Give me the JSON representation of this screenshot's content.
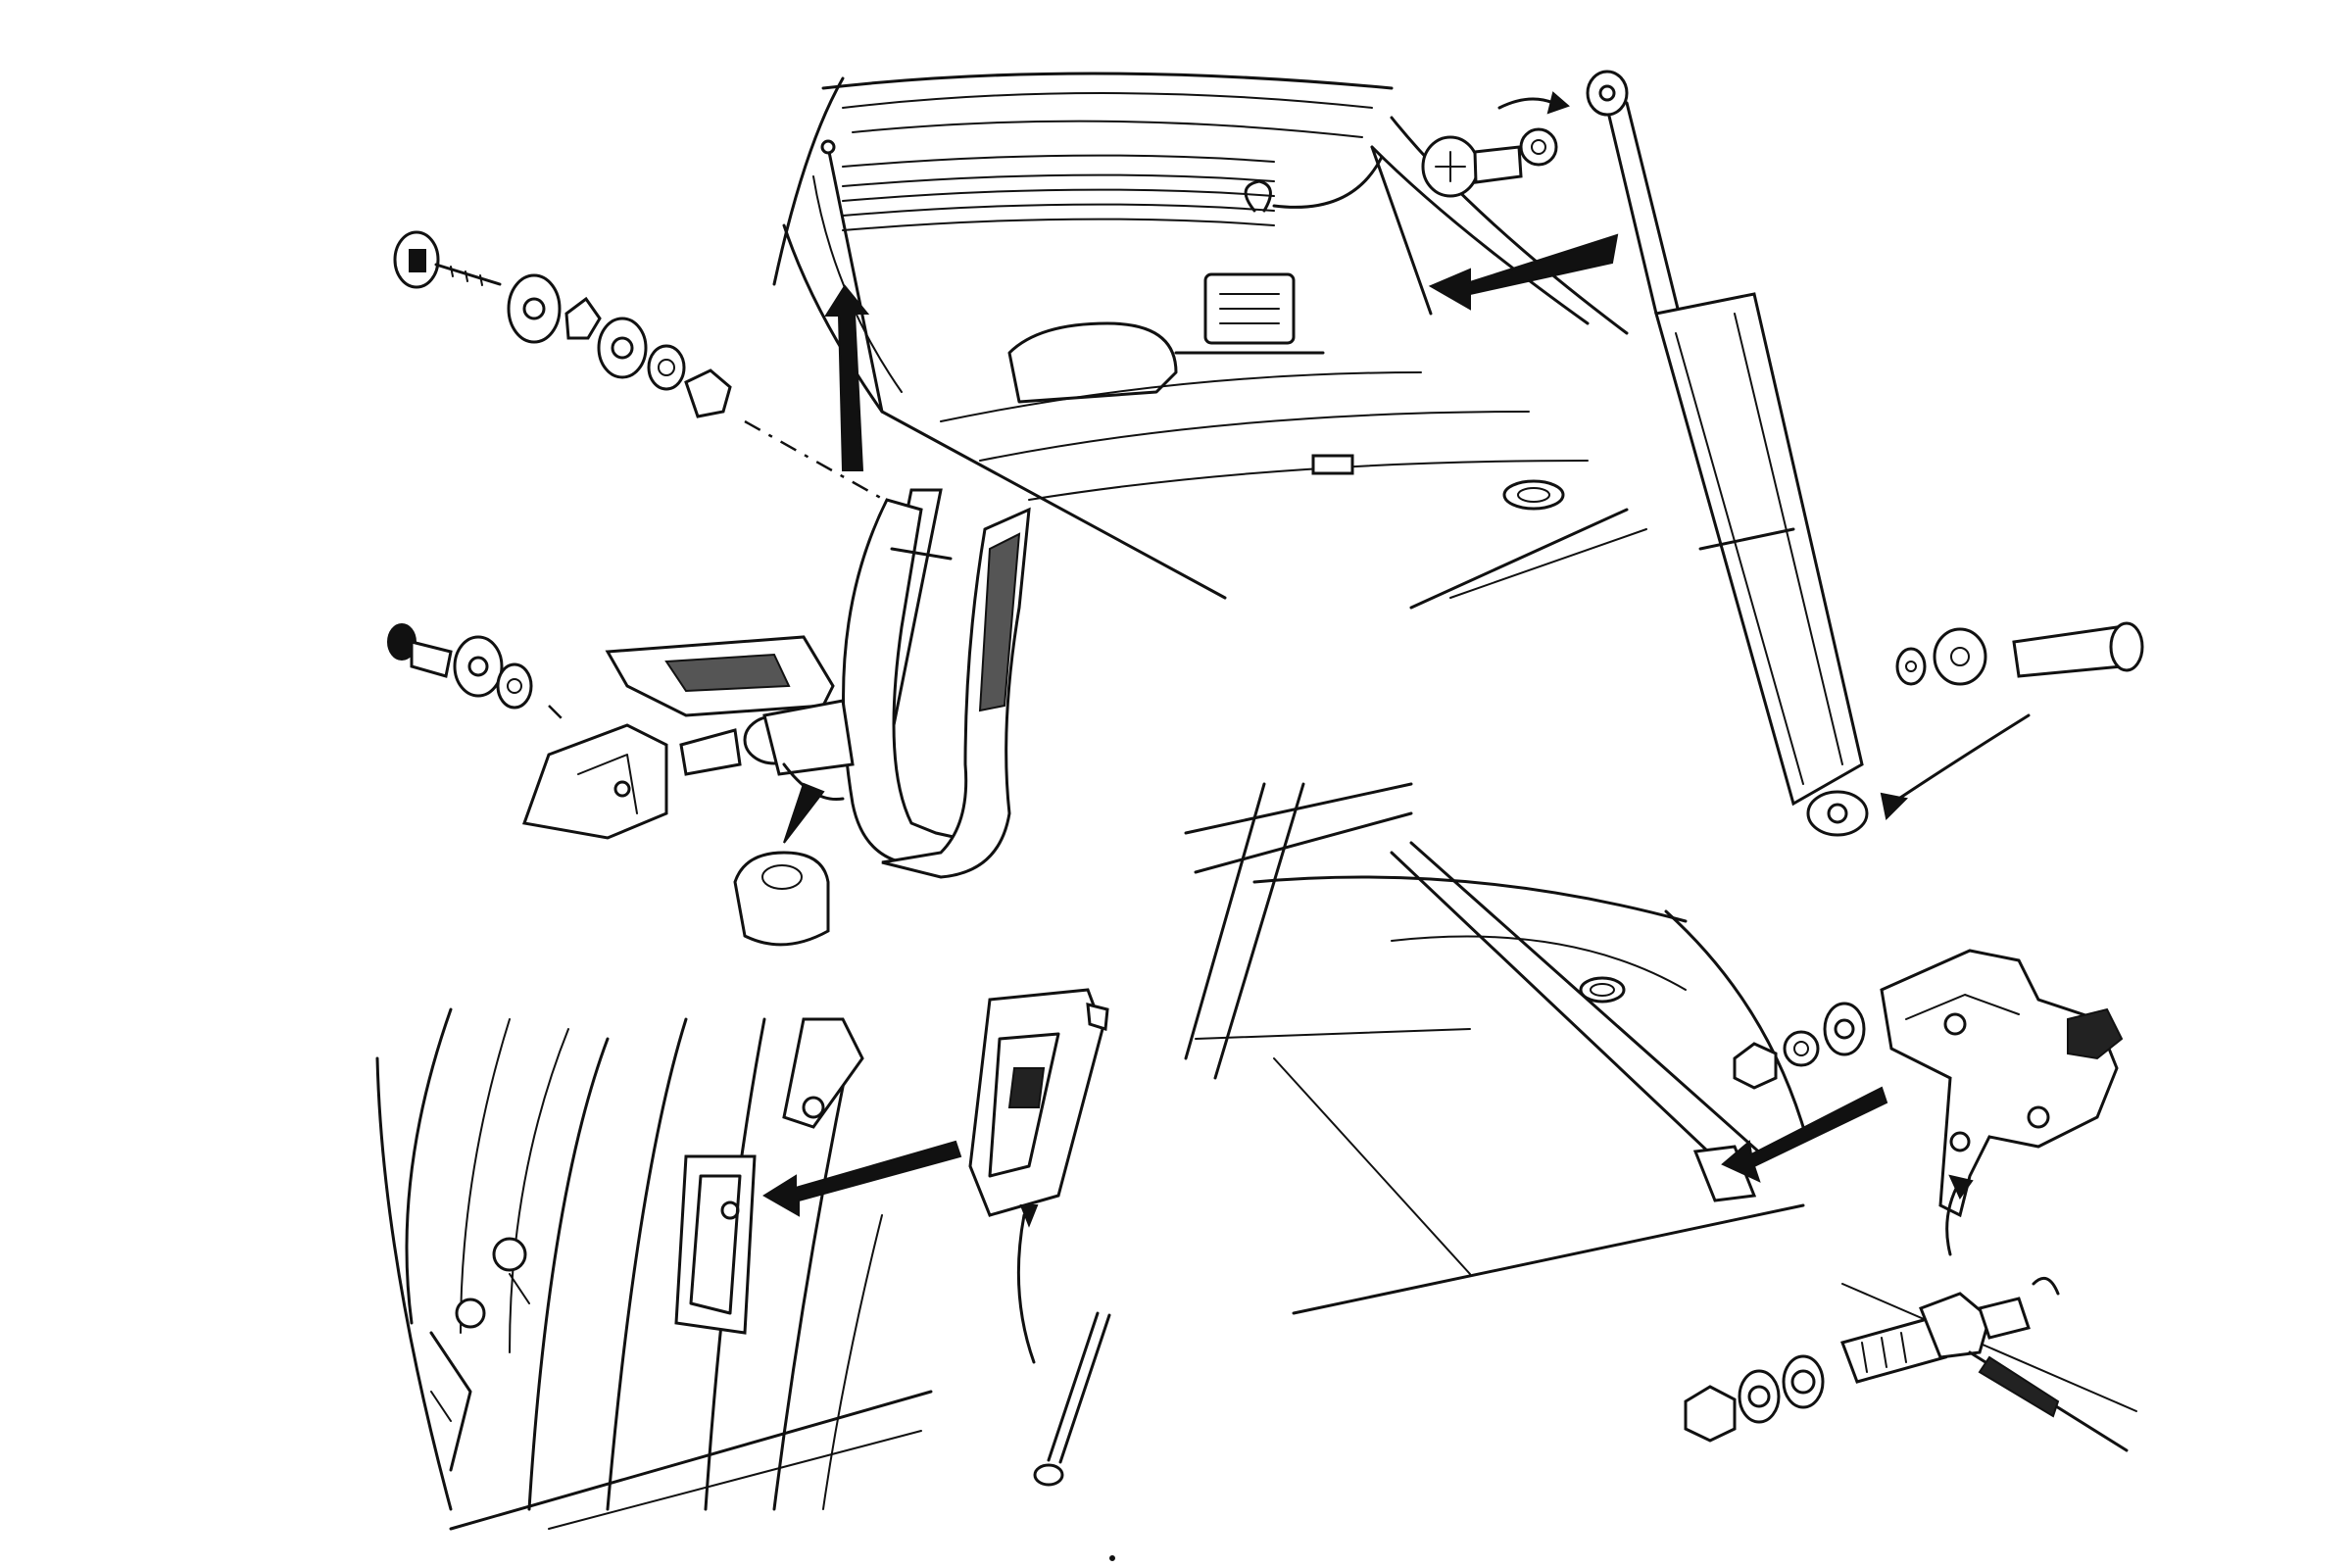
{
  "diagram": {
    "type": "exploded-parts-illustration",
    "colors": {
      "ink": "#111111",
      "paper": "#ffffff",
      "shade": "#555555"
    },
    "panels": [
      {
        "id": "boot-interior-with-gas-strut"
      },
      {
        "id": "boot-lid-hinge-assembly"
      },
      {
        "id": "boot-release-handle"
      },
      {
        "id": "boot-lock-latch"
      }
    ]
  }
}
